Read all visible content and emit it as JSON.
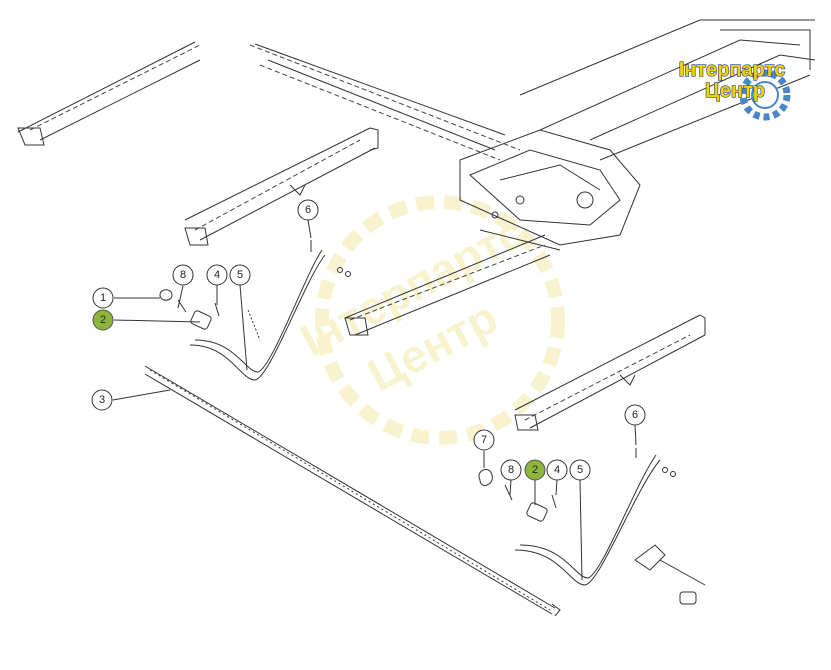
{
  "logo": {
    "line1": "Інтерпартс",
    "line2": "Центр",
    "text_color": "#f6d000",
    "outline_color": "#1b3f8b",
    "gear_color": "#4a86c8"
  },
  "watermark": {
    "line1": "Інтерпартс",
    "line2": "Центр",
    "color": "#f3e9a8"
  },
  "highlight_color": "#8db53c",
  "callouts": [
    {
      "id": "c1",
      "label": "1"
    },
    {
      "id": "c2a",
      "label": "2",
      "highlighted": true
    },
    {
      "id": "c3",
      "label": "3"
    },
    {
      "id": "c4a",
      "label": "4"
    },
    {
      "id": "c5a",
      "label": "5"
    },
    {
      "id": "c6a",
      "label": "6"
    },
    {
      "id": "c8a",
      "label": "8"
    },
    {
      "id": "c6b",
      "label": "6"
    },
    {
      "id": "c7",
      "label": "7"
    },
    {
      "id": "c8b",
      "label": "8"
    },
    {
      "id": "c2b",
      "label": "2",
      "highlighted": true
    },
    {
      "id": "c4b",
      "label": "4"
    },
    {
      "id": "c5b",
      "label": "5"
    }
  ]
}
